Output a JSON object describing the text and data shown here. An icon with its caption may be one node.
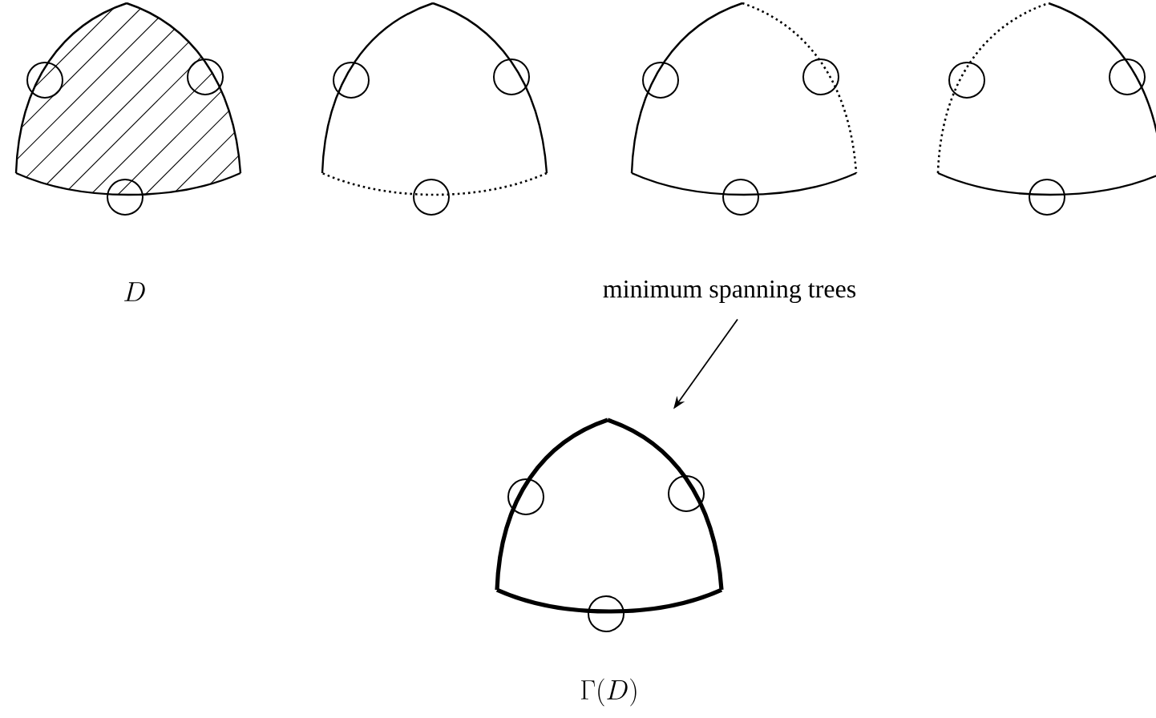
{
  "diagram": {
    "nodes": [
      {
        "text": [
          "minimum spanning trees"
        ]
      },
      {
        "text": [],
        "shape": "picture",
        "beside": [
          "\\Gamma(D)"
        ]
      }
    ],
    "edges": [
      {
        "from": 0,
        "to": 1,
        "arrow": "to"
      }
    ],
    "labels": [
      "D"
    ]
  }
}
